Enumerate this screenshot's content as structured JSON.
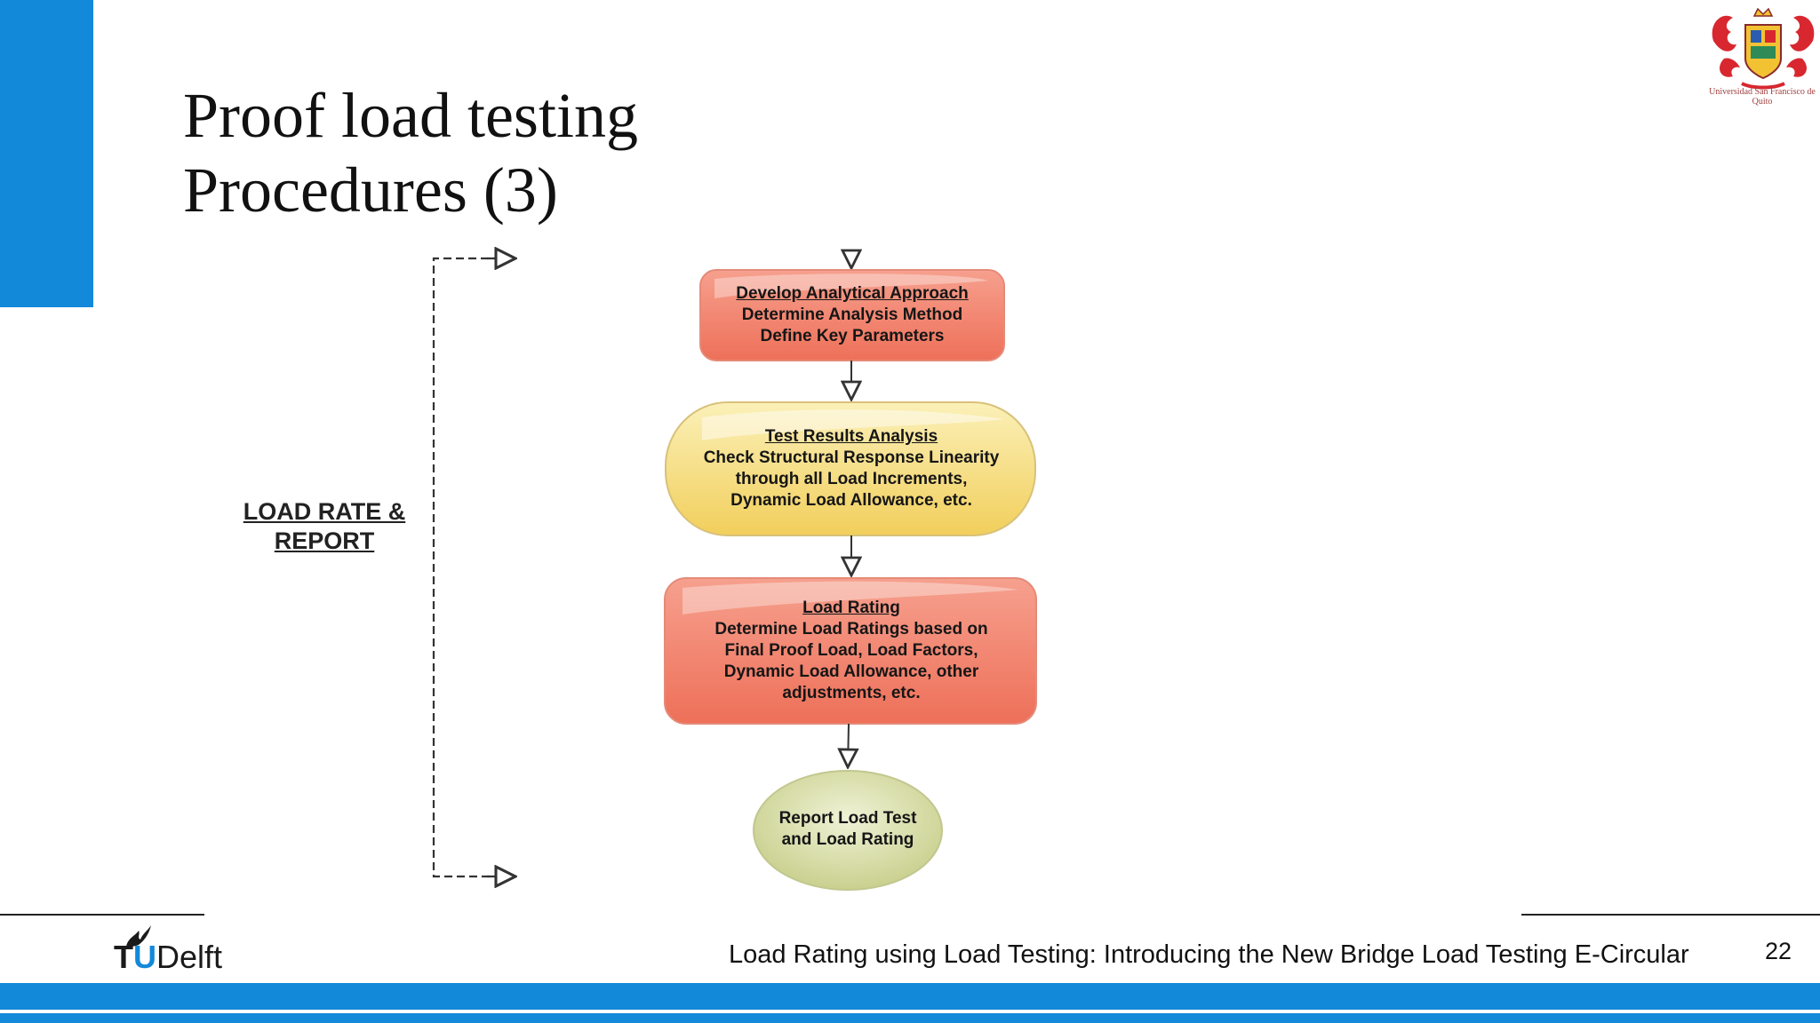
{
  "slide": {
    "title_line1": "Proof load testing",
    "title_line2": "Procedures (3)",
    "page_number": "22",
    "footer_text": "Load Rating using Load Testing: Introducing the New Bridge Load Testing E-Circular",
    "footer_logo": {
      "tu": "TU",
      "delft": "Delft"
    },
    "crest_caption": "Universidad San Francisco de Quito",
    "colors": {
      "accent": "#1289d9"
    }
  },
  "diagram": {
    "side_label_line1": "LOAD RATE &",
    "side_label_line2": "REPORT",
    "nodes": [
      {
        "id": "develop-analytical-approach",
        "shape": "rounded-rectangle",
        "color": "#f2836c",
        "heading": "Develop Analytical Approach",
        "lines": [
          "Determine Analysis Method",
          "Define Key Parameters"
        ]
      },
      {
        "id": "test-results-analysis",
        "shape": "stadium",
        "color": "#f5d97a",
        "heading": "Test Results Analysis",
        "lines": [
          "Check Structural Response Linearity",
          "through all Load Increments,",
          "Dynamic Load Allowance, etc."
        ]
      },
      {
        "id": "load-rating",
        "shape": "rounded-rectangle",
        "color": "#f2836c",
        "heading": "Load Rating",
        "lines": [
          "Determine Load Ratings based on",
          "Final Proof Load, Load Factors,",
          "Dynamic Load Allowance, other",
          "adjustments, etc."
        ]
      },
      {
        "id": "report-load-test",
        "shape": "ellipse",
        "color": "#dfe3b0",
        "heading": "",
        "lines": [
          "Report Load Test",
          "and Load Rating"
        ]
      }
    ]
  }
}
